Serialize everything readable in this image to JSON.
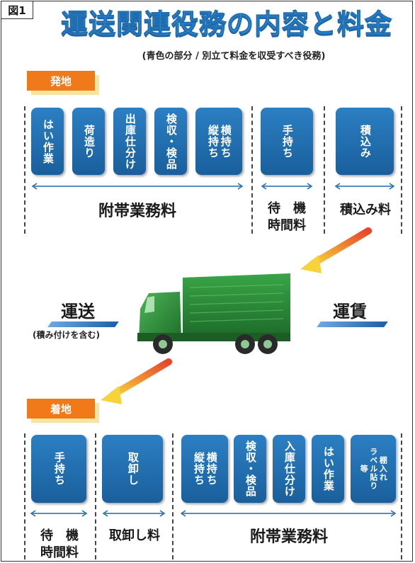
{
  "figure_label": "図1",
  "title": "運送関連役務の内容と料金",
  "subtitle": "(青色の部分 / 別立て料金を収受すべき役務)",
  "origin": {
    "tag": "発地",
    "tasks": [
      {
        "cols": [
          "はい作業"
        ]
      },
      {
        "cols": [
          "荷造り"
        ]
      },
      {
        "cols": [
          "出庫仕分け"
        ]
      },
      {
        "cols": [
          "検収・検品"
        ]
      },
      {
        "cols": [
          "横持ち",
          "縦持ち"
        ]
      },
      {
        "cols": [
          "手持ち"
        ]
      },
      {
        "cols": [
          "積込み"
        ]
      }
    ],
    "fees": {
      "incidental": "附帯業務料",
      "waiting_1": "待　機",
      "waiting_2": "時間料",
      "loading": "積込み料"
    }
  },
  "transport": {
    "label": "運送",
    "note": "(積み付けを含む)",
    "fare": "運賃"
  },
  "destination": {
    "tag": "着地",
    "tasks": [
      {
        "cols": [
          "手持ち"
        ]
      },
      {
        "cols": [
          "取卸し"
        ]
      },
      {
        "cols": [
          "横持ち",
          "縦持ち"
        ]
      },
      {
        "cols": [
          "検収・検品"
        ]
      },
      {
        "cols": [
          "入庫仕分け"
        ]
      },
      {
        "cols": [
          "はい作業"
        ]
      },
      {
        "cols": [
          "棚入れ",
          "ラベル貼り",
          "等"
        ]
      }
    ],
    "fees": {
      "waiting_1": "待　機",
      "waiting_2": "時間料",
      "unloading": "取卸し料",
      "incidental": "附帯業務料"
    }
  },
  "colors": {
    "title": "#3b92d6",
    "task_box": "#1f6aaa",
    "tag": "#f07a1a",
    "truck": "#2e8b3a",
    "arrow_start": "#f7d23a",
    "arrow_end": "#e8452a"
  },
  "icons": [
    "truck-icon",
    "curved-arrow-icon"
  ]
}
